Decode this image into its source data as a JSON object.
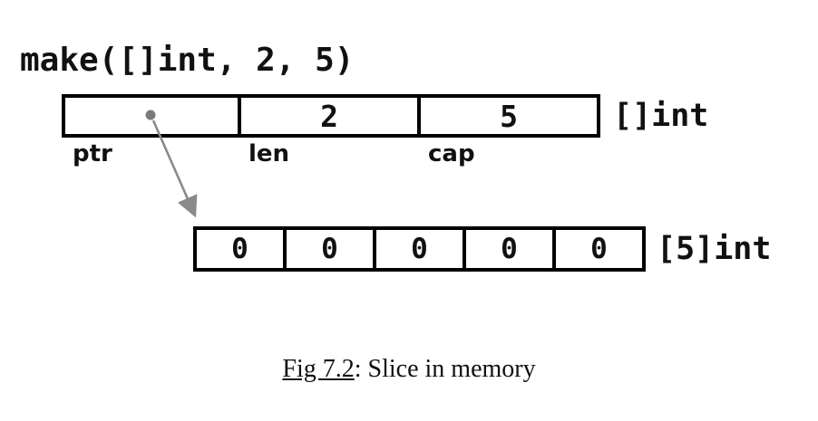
{
  "title": "make([]int, 2, 5)",
  "slice_header": {
    "type_label": "[]int",
    "cells": [
      {
        "label": "ptr",
        "value": ""
      },
      {
        "label": "len",
        "value": "2"
      },
      {
        "label": "cap",
        "value": "5"
      }
    ]
  },
  "backing_array": {
    "type_label": "[5]int",
    "values": [
      "0",
      "0",
      "0",
      "0",
      "0"
    ]
  },
  "caption": {
    "fig_label": "Fig 7.2",
    "rest": ": Slice in memory"
  },
  "colors": {
    "box_border": "#000000",
    "arrow": "#8a8a8a",
    "dot": "#7a7a7a"
  }
}
